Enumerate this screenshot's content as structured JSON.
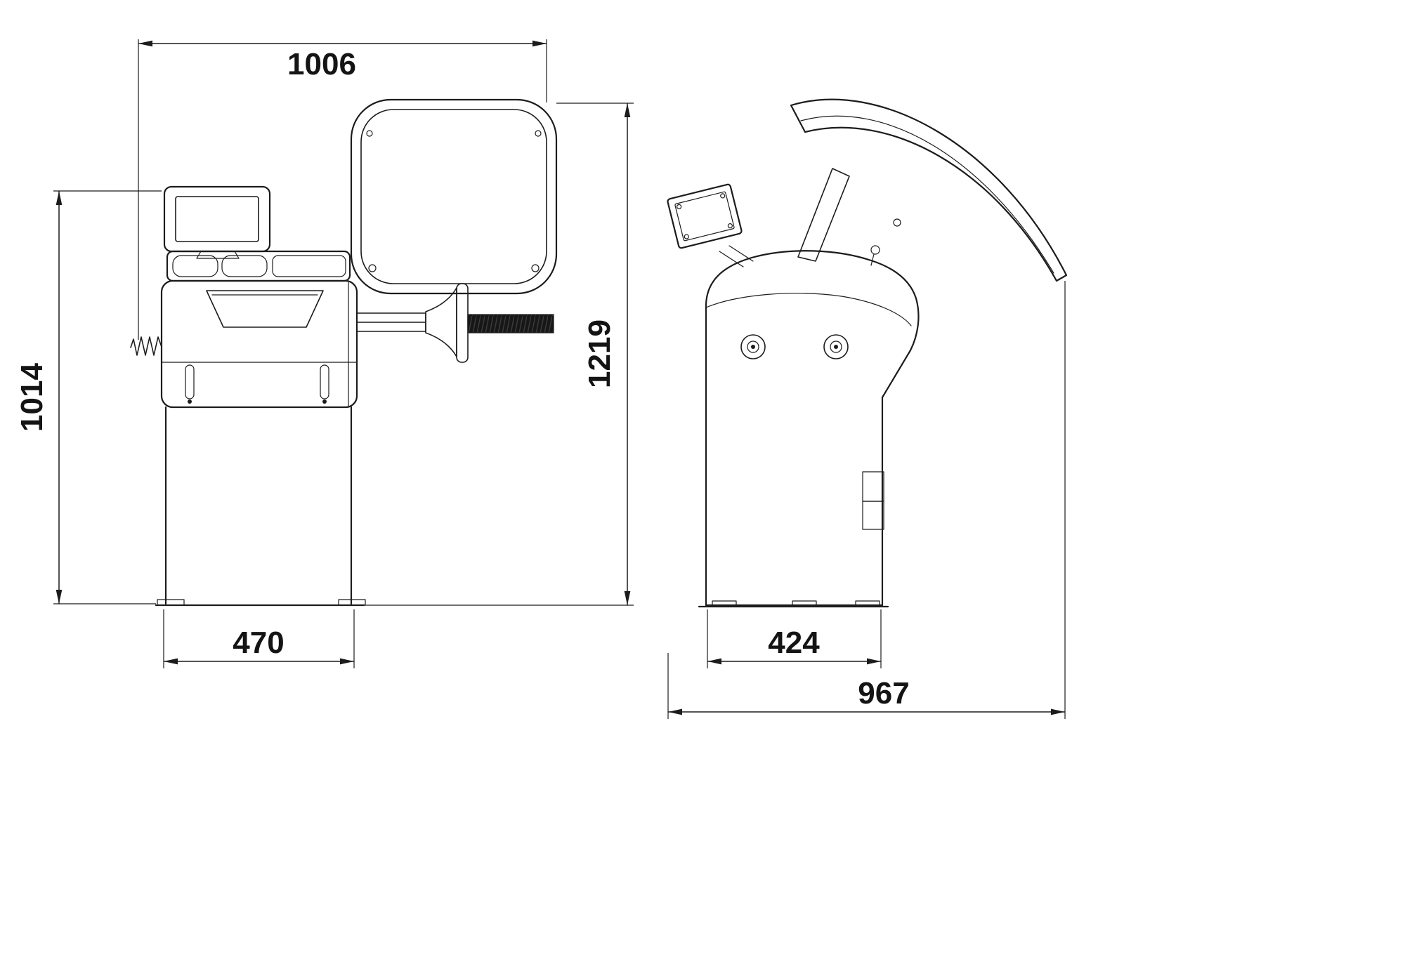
{
  "dimensions": {
    "overall_width": "1006",
    "height_to_console": "1014",
    "overall_height": "1219",
    "front_base_width": "470",
    "side_base_depth": "424",
    "overall_depth": "967"
  },
  "colors": {
    "line": "#1c1c1c",
    "background": "#ffffff",
    "text": "#141414"
  }
}
